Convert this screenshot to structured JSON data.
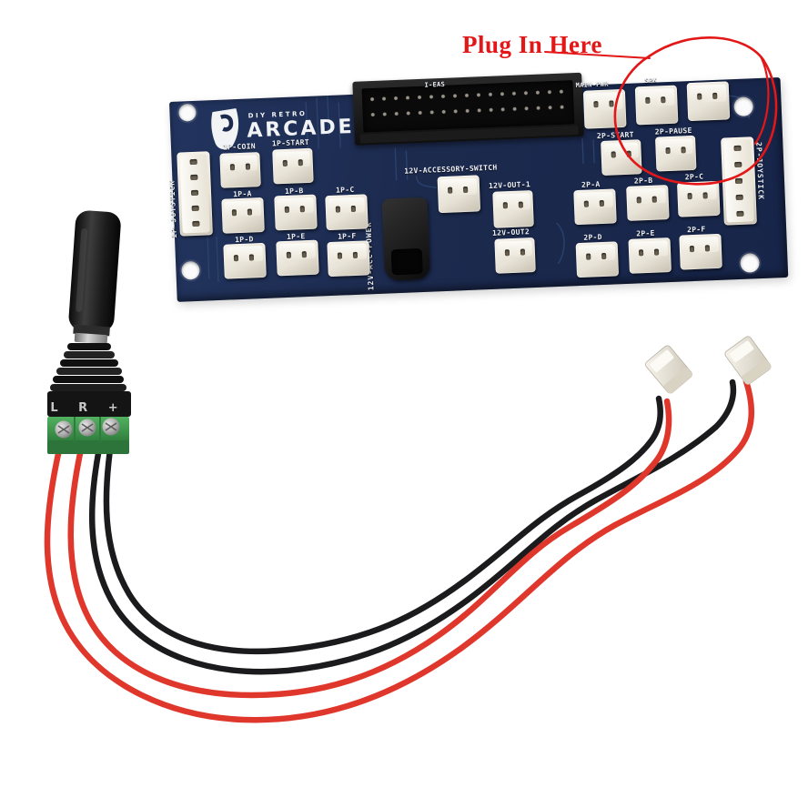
{
  "annotation": {
    "text": "Plug In Here",
    "color": "#e31717"
  },
  "board": {
    "logo": {
      "line1": "DIY RETRO",
      "line2": "ARCADE"
    },
    "ribbon_label": "I-EAS",
    "top_right": {
      "main_pwr": "MAIN-PWR",
      "spk": "SPK"
    },
    "p1": {
      "joystick": "1P-JOYSTICK",
      "coin": "1P-COIN",
      "start": "1P-START",
      "buttons_top": [
        "1P-A",
        "1P-B",
        "1P-C"
      ],
      "buttons_bottom": [
        "1P-D",
        "1P-E",
        "1P-F"
      ]
    },
    "p2": {
      "joystick": "2P-JOYSTICK",
      "start": "2P-START",
      "pause": "2P-PAUSE",
      "buttons_top": [
        "2P-A",
        "2P-B",
        "2P-C"
      ],
      "buttons_bottom": [
        "2P-D",
        "2P-E",
        "2P-F"
      ]
    },
    "power": {
      "acc_switch": "12V-ACCESSORY-SWITCH",
      "out1": "12V-OUT-1",
      "out2": "12V-OUT2",
      "acc_power": "12V-ACC-POWER"
    },
    "colors": {
      "pcb": "#1c2a4e",
      "silkscreen": "#eef1f6",
      "trace": "#2b4470"
    }
  },
  "cable": {
    "terminal_markings": "L R +",
    "colors": {
      "wire_red": "#e0372c",
      "wire_black": "#1b1b1d",
      "terminal_green": "#3f9d4f",
      "plug_cream": "#efece2"
    }
  }
}
